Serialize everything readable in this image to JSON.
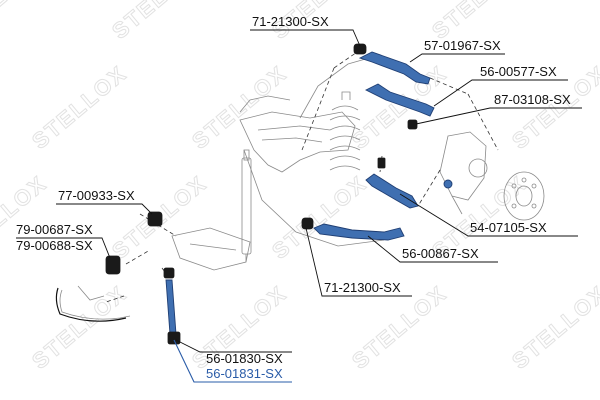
{
  "colors": {
    "ink": "#111111",
    "sketch": "#8a8a8a",
    "part": "#3f6fb1",
    "part_dark": "#1f3e73",
    "bushing": "#1a1a1a",
    "highlight": "#2a5ca8",
    "watermark": "#e2e2e2"
  },
  "watermark": {
    "text": "STELLOX"
  },
  "labels": [
    {
      "id": "l1",
      "text": "71-21300-SX"
    },
    {
      "id": "l2",
      "text": "57-01967-SX"
    },
    {
      "id": "l3",
      "text": "56-00577-SX"
    },
    {
      "id": "l4",
      "text": "87-03108-SX"
    },
    {
      "id": "l5",
      "text": "77-00933-SX"
    },
    {
      "id": "l6",
      "text": "79-00687-SX"
    },
    {
      "id": "l7",
      "text": "79-00688-SX"
    },
    {
      "id": "l8",
      "text": "54-07105-SX"
    },
    {
      "id": "l9",
      "text": "56-00867-SX"
    },
    {
      "id": "l10",
      "text": "71-21300-SX"
    },
    {
      "id": "l11",
      "text": "56-01830-SX"
    },
    {
      "id": "l12",
      "text": "56-01831-SX",
      "highlighted": true
    }
  ]
}
